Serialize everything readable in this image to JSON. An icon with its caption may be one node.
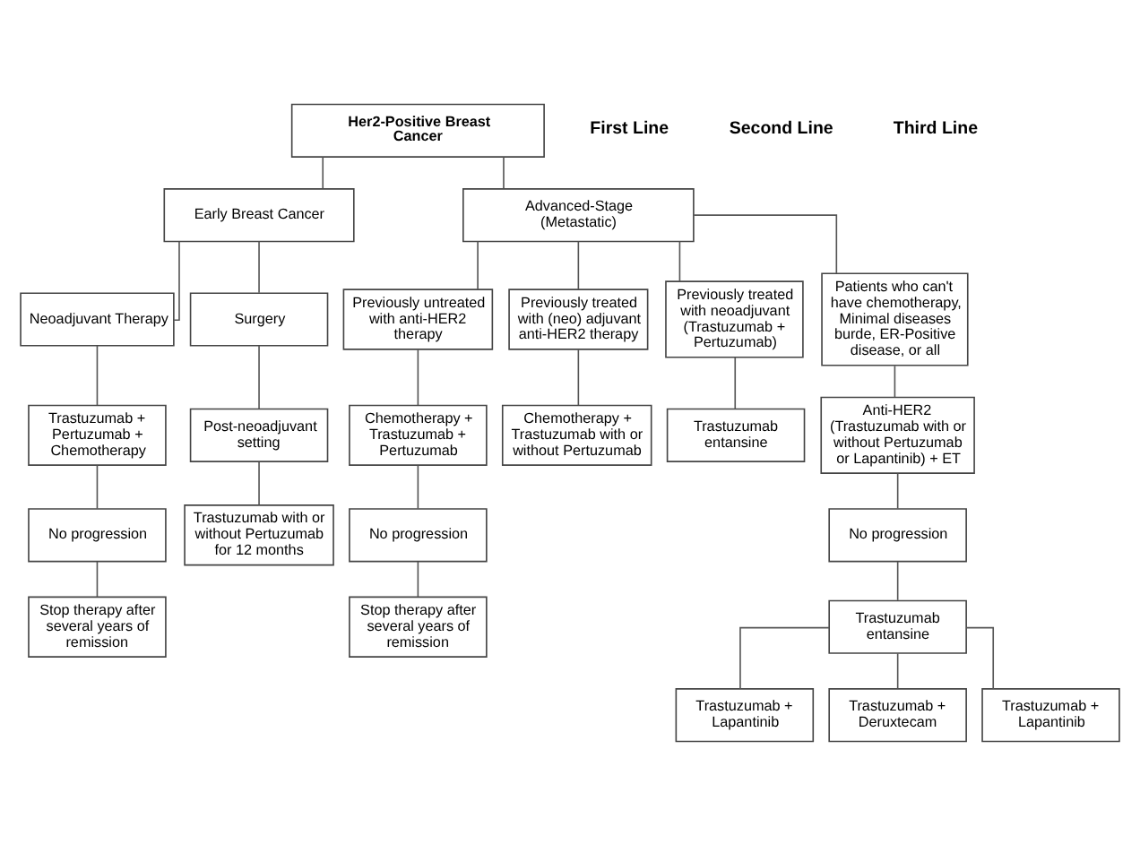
{
  "diagram": {
    "nodes": [
      {
        "text": [
          "Her2-Positive Breast Cancer"
        ]
      },
      {
        "text": [
          "Early Breast Cancer"
        ]
      },
      {
        "text": [
          "Advanced-Stage (Metastatic)"
        ]
      },
      {
        "text": [
          "Neoadjuvant Therapy"
        ]
      },
      {
        "text": [
          "Surgery"
        ]
      },
      {
        "text": [
          "Trastuzumab + Pertuzumab + Chemotherapy"
        ]
      },
      {
        "text": [
          "No progression"
        ]
      },
      {
        "text": [
          "Stop therapy after several years of remission"
        ]
      },
      {
        "text": [
          "Post-neoadjuvant setting"
        ]
      },
      {
        "text": [
          "Trastuzumab with or without Pertuzumab for 12 months"
        ]
      },
      {
        "text": [
          "Previously untreated with anti-HER2 therapy"
        ]
      },
      {
        "text": [
          "Previously treated with (neo) adjuvant anti-HER2 therapy"
        ]
      },
      {
        "text": [
          "Previously treated with neoadjuvant (Trastuzumab + Pertuzumab)"
        ]
      },
      {
        "text": [
          "Patients who can't have chemotherapy, Minimal diseases burde, ER-Positive disease, or all"
        ]
      },
      {
        "text": [
          "Chemotherapy + Trastuzumab + Pertuzumab"
        ]
      },
      {
        "text": [
          "No progression"
        ]
      },
      {
        "text": [
          "Stop therapy after several years of remission"
        ]
      },
      {
        "text": [
          "Chemotherapy + Trastuzumab with or without Pertuzumab"
        ]
      },
      {
        "text": [
          "Trastuzumab entansine"
        ]
      },
      {
        "text": [
          "Anti-HER2 (Trastuzumab with or without Pertuzumab or Lapantinib) + ET"
        ]
      },
      {
        "text": [
          "No progression"
        ]
      },
      {
        "text": [
          "Trastuzumab entansine"
        ]
      },
      {
        "text": [
          "Trastuzumab + Lapantinib"
        ]
      },
      {
        "text": [
          "Trastuzumab + Deruxtecam"
        ]
      },
      {
        "text": [
          "Trastuzumab + Lapantinib"
        ]
      }
    ],
    "edges": [
      {
        "from": 0,
        "to": 1,
        "arrow": "none"
      },
      {
        "from": 0,
        "to": 2,
        "arrow": "none"
      },
      {
        "from": 1,
        "to": 3,
        "arrow": "none"
      },
      {
        "from": 1,
        "to": 4,
        "arrow": "none"
      },
      {
        "from": 3,
        "to": 5,
        "arrow": "none"
      },
      {
        "from": 5,
        "to": 6,
        "arrow": "none"
      },
      {
        "from": 6,
        "to": 7,
        "arrow": "none"
      },
      {
        "from": 4,
        "to": 8,
        "arrow": "none"
      },
      {
        "from": 8,
        "to": 9,
        "arrow": "none"
      },
      {
        "from": 2,
        "to": 10,
        "arrow": "none"
      },
      {
        "from": 2,
        "to": 11,
        "arrow": "none"
      },
      {
        "from": 2,
        "to": 12,
        "arrow": "none"
      },
      {
        "from": 2,
        "to": 13,
        "arrow": "none"
      },
      {
        "from": 10,
        "to": 14,
        "arrow": "none"
      },
      {
        "from": 14,
        "to": 15,
        "arrow": "none"
      },
      {
        "from": 15,
        "to": 16,
        "arrow": "none"
      },
      {
        "from": 11,
        "to": 17,
        "arrow": "none"
      },
      {
        "from": 12,
        "to": 18,
        "arrow": "none"
      },
      {
        "from": 13,
        "to": 19,
        "arrow": "none"
      },
      {
        "from": 19,
        "to": 20,
        "arrow": "none"
      },
      {
        "from": 20,
        "to": 21,
        "arrow": "none"
      },
      {
        "from": 21,
        "to": 22,
        "arrow": "none"
      },
      {
        "from": 21,
        "to": 23,
        "arrow": "none"
      },
      {
        "from": 21,
        "to": 24,
        "arrow": "none"
      }
    ],
    "labels": [
      "First Line",
      "Second Line",
      "Third Line"
    ]
  }
}
